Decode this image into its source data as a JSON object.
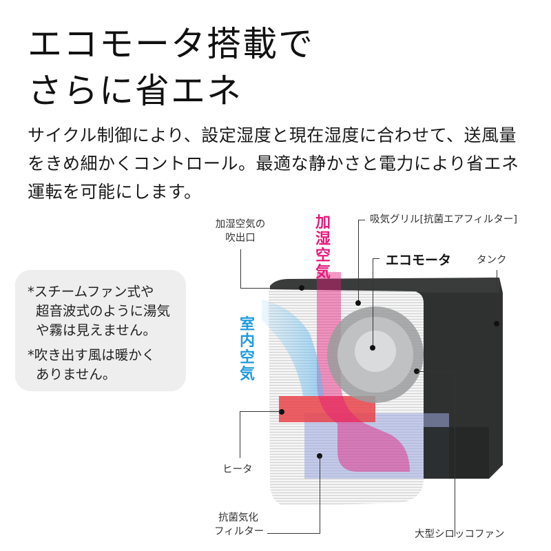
{
  "headline": {
    "line1": "エコモータ搭載で",
    "line2": "さらに省エネ"
  },
  "description": {
    "line1": "サイクル制御により、設定湿度と現在湿度に合わせて、送風量",
    "line2": "をきめ細かくコントロール。最適な静かさと電力により省エネ",
    "line3": "運転を可能にします。"
  },
  "notes": {
    "note1_line1": "*スチームファン式や",
    "note1_line2": "超音波式のように湯気",
    "note1_line3": "や霧は見えません。",
    "note2_line1": "*吹き出す風は暖かく",
    "note2_line2": "ありません。"
  },
  "diagram": {
    "outlet_label_line1": "加湿空気の",
    "outlet_label_line2": "吹出口",
    "humid_air_label": "加湿空気",
    "intake_grill_label": "吸気グリル[抗菌エアフィルター]",
    "eco_motor_label": "エコモータ",
    "tank_label": "タンク",
    "room_air_label": "室内空気",
    "heater_label": "ヒータ",
    "filter_label_line1": "抗菌気化",
    "filter_label_line2": "フィルター",
    "fan_label": "大型シロッコファン",
    "colors": {
      "humid_air": "#e6197a",
      "room_air": "#1e9be0",
      "body_dark": "#2b2d2c",
      "body_light": "#f2f2f2",
      "note_bg": "#eeeeee"
    }
  }
}
